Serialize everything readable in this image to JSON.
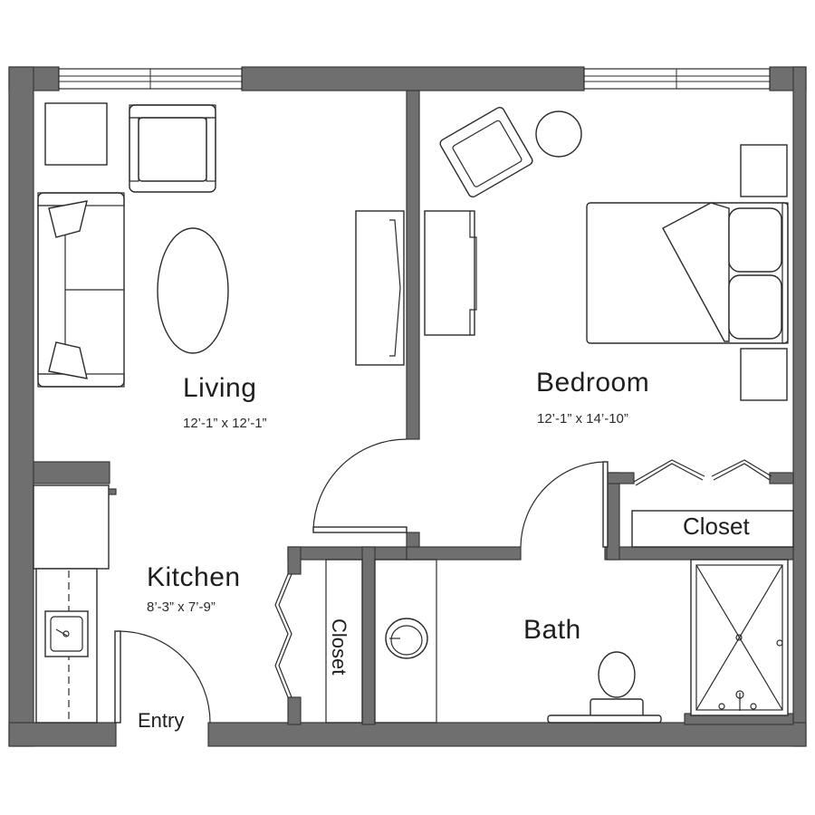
{
  "floor_plan": {
    "rooms": {
      "living": {
        "name": "Living",
        "dimensions": "12’-1” x 12’-1”"
      },
      "bedroom": {
        "name": "Bedroom",
        "dimensions": "12’-1” x 14’-10”"
      },
      "kitchen": {
        "name": "Kitchen",
        "dimensions": "8’-3” x 7’-9”"
      },
      "bath": {
        "name": "Bath"
      }
    },
    "labels": {
      "bedroom_closet": "Closet",
      "hall_closet": "Closet",
      "entry": "Entry"
    },
    "colors": {
      "wall": "#6f6f6f",
      "line": "#2b2b2b",
      "background": "#ffffff"
    }
  }
}
